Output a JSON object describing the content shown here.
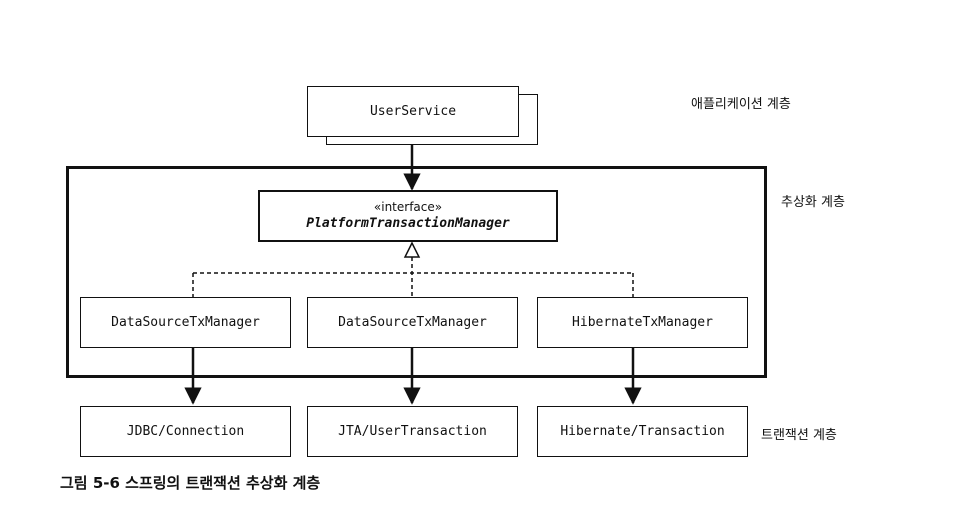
{
  "layers": {
    "application": "애플리케이션 계층",
    "abstraction": "추상화 계층",
    "transaction": "트랜잭션 계층"
  },
  "nodes": {
    "user_service": "UserService",
    "interface_stereotype": "«interface»",
    "interface_name": "PlatformTransactionManager",
    "impl_1": "DataSourceTxManager",
    "impl_2": "DataSourceTxManager",
    "impl_3": "HibernateTxManager",
    "res_1": "JDBC/Connection",
    "res_2": "JTA/UserTransaction",
    "res_3": "Hibernate/Transaction"
  },
  "caption": "그림 5-6 스프링의 트랜잭션 추상화 계층"
}
